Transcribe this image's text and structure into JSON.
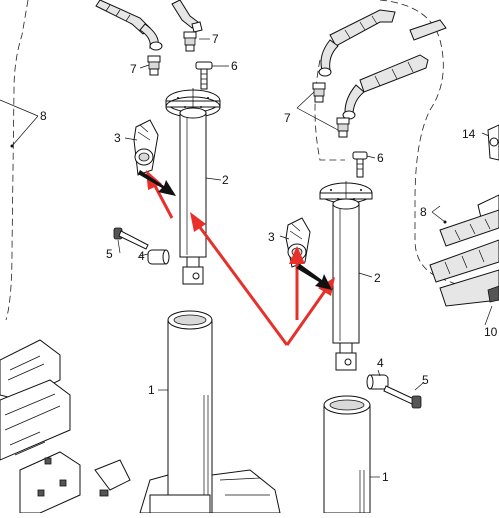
{
  "diagram": {
    "callouts": {
      "c1_left": "1",
      "c2_left": "2",
      "c3_left": "3",
      "c4_left": "4",
      "c5_left": "5",
      "c6_left": "6",
      "c7_left_a": "7",
      "c7_left_b": "7",
      "c8_left": "8",
      "c1_right": "1",
      "c2_right": "2",
      "c3_right": "3",
      "c4_right": "4",
      "c5_right": "5",
      "c6_right": "6",
      "c7_right": "7",
      "c8_right": "8",
      "c10_right": "10",
      "c14_right": "14"
    },
    "colors": {
      "line": "#111111",
      "annotation_arrow": "#e8302a",
      "background": "#ffffff"
    }
  }
}
